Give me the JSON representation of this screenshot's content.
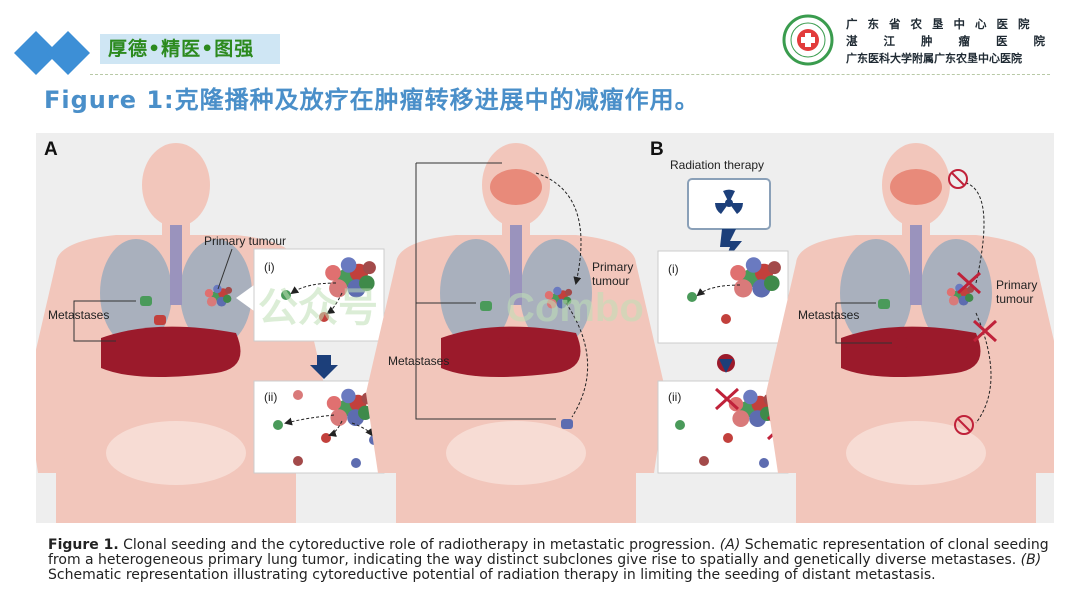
{
  "header": {
    "motto": "厚德•精医•图强",
    "hospital_lines": [
      "广 东 省 农 垦 中 心 医 院",
      "湛  江  肿  瘤  医  院",
      "广东医科大学附属广东农垦中心医院"
    ],
    "slide_title": "Figure 1:克隆播种及放疗在肿瘤转移进展中的减瘤作用。",
    "colors": {
      "title": "#4a8fc9",
      "motto_text": "#2c8a1e",
      "motto_bg": "#cfe6f4",
      "diamond": "#3d8fd6"
    }
  },
  "figure": {
    "panel_a_label": "A",
    "panel_b_label": "B",
    "labels": {
      "primary_tumour_a": "Primary tumour",
      "metastases_a": "Metastases",
      "inset_i": "(i)",
      "inset_ii": "(ii)",
      "primary_tumour_mid_1": "Primary",
      "primary_tumour_mid_2": "tumour",
      "metastases_mid": "Metastases",
      "radiation_therapy": "Radiation therapy",
      "inset_i_b": "(i)",
      "inset_ii_b": "(ii)",
      "metastases_b": "Metastases",
      "primary_tumour_b_1": "Primary",
      "primary_tumour_b_2": "tumour"
    },
    "watermark_1": "公众号",
    "watermark_2": "Combo",
    "icons": [
      "radiation-icon",
      "lightning-icon",
      "cross-mark-icon",
      "prohibited-icon",
      "arrow-down-icon",
      "arrow-right-icon"
    ],
    "colors": {
      "body": "#f2c6bb",
      "liver": "#9b1a2b",
      "lung": "#a9b0bd",
      "arrow": "#1c3f7a",
      "cross": "#c0223a"
    }
  },
  "caption": {
    "fig_label": "Figure 1.",
    "text_1": " Clonal seeding and the cytoreductive role of radiotherapy in metastatic progression. ",
    "a_label": "(A)",
    "text_2": " Schematic representation of clonal seeding from a heterogeneous primary lung tumor, indicating the way distinct subclones give rise to spatially and genetically diverse metastases. ",
    "b_label": "(B)",
    "text_3": " Schematic representation illustrating cytoreductive potential of radiation therapy in limiting the seeding of distant metastasis."
  }
}
